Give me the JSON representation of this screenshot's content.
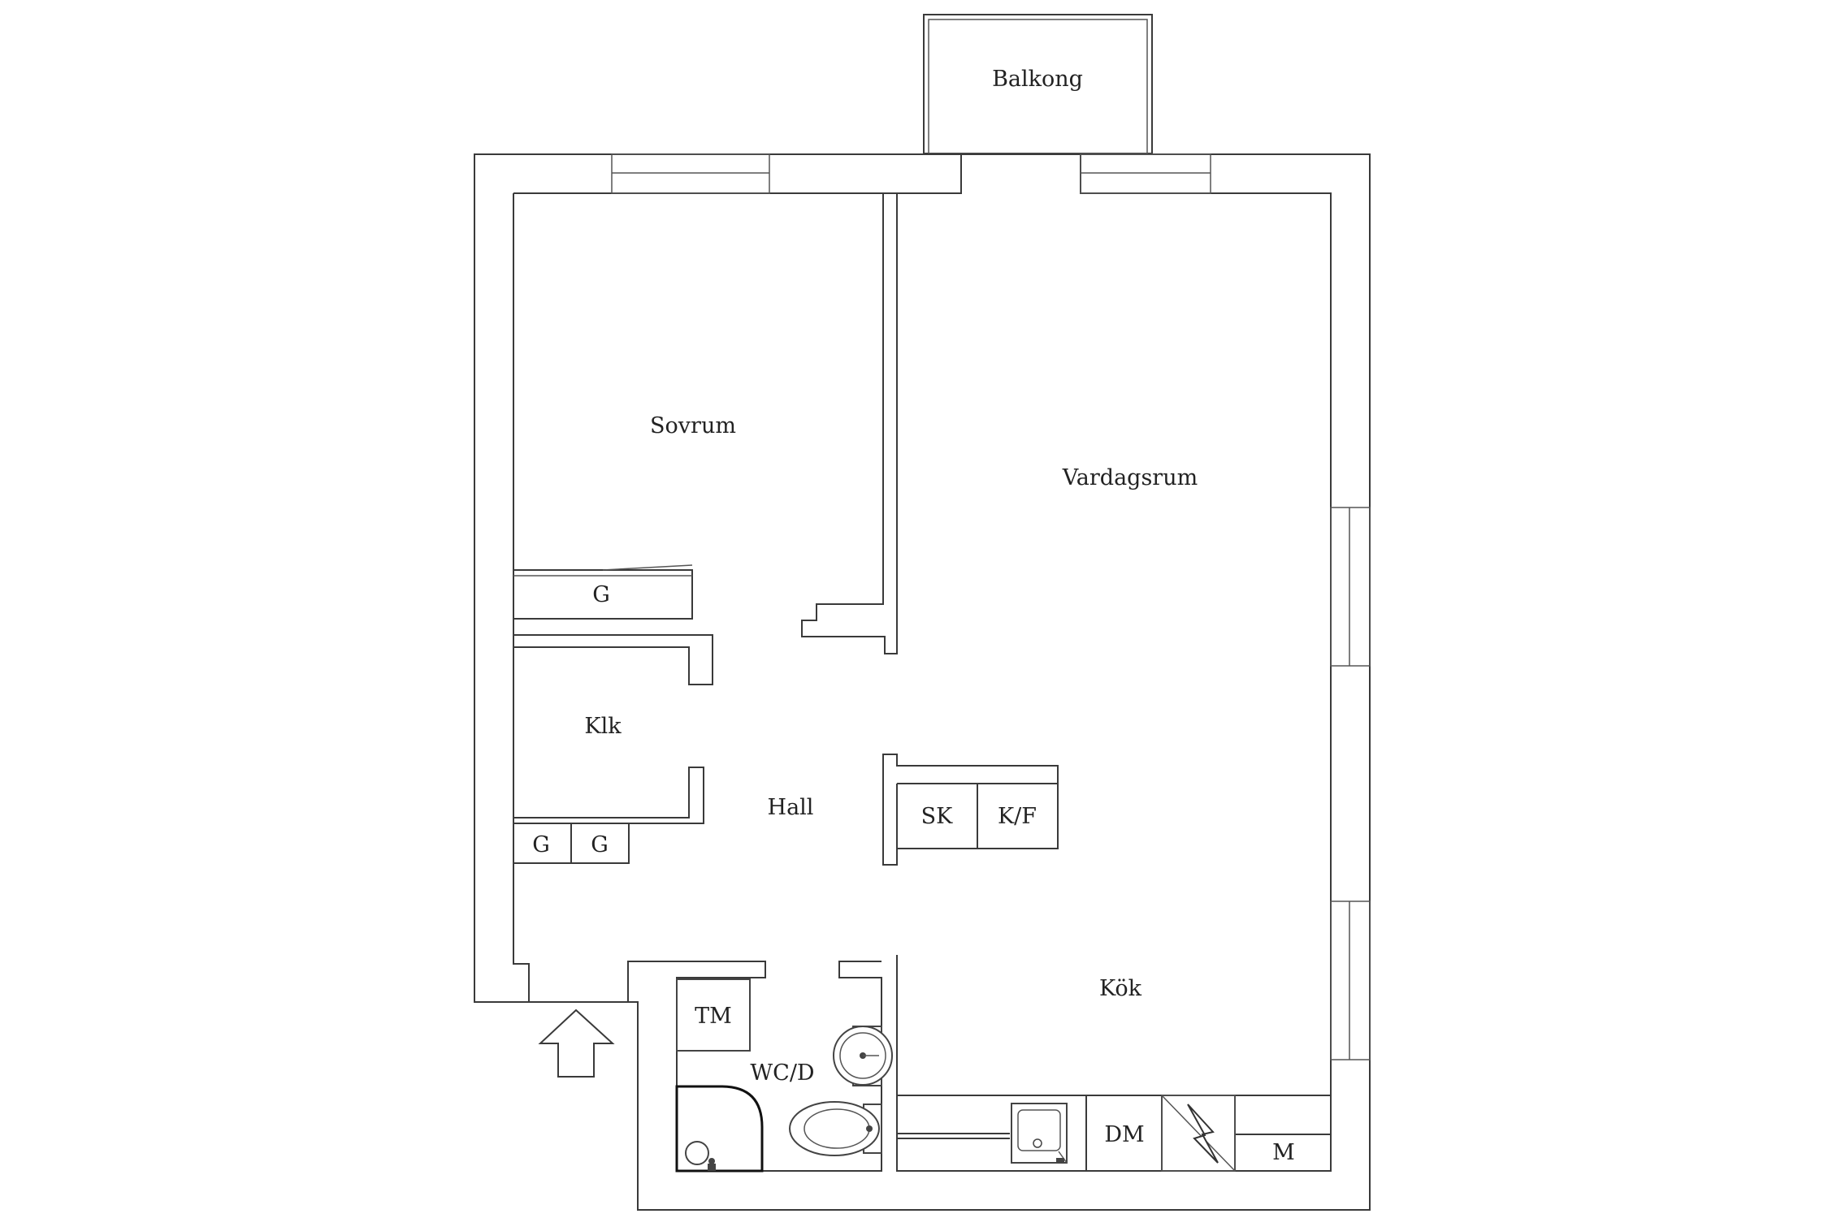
{
  "rooms": {
    "balkong": "Balkong",
    "sovrum": "Sovrum",
    "vardagsrum": "Vardagsrum",
    "klk": "Klk",
    "hall": "Hall",
    "kok": "Kök",
    "wc": "WC/D"
  },
  "fixtures": {
    "garderob_sovrum": "G",
    "garderob_hall_1": "G",
    "garderob_hall_2": "G",
    "sk": "SK",
    "kf": "K/F",
    "tm": "TM",
    "dm": "DM",
    "m": "M"
  }
}
